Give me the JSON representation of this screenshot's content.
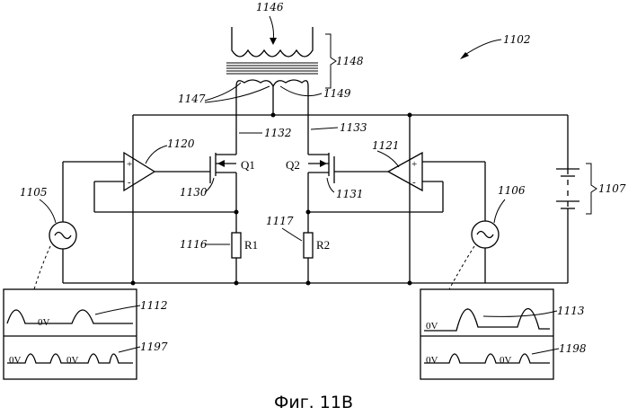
{
  "figure_ref": "1102",
  "caption": "Фиг. 11B",
  "transformer": {
    "core_ref": "1146",
    "bracket_ref": "1148",
    "winding_left_ref": "1147",
    "winding_right_ref": "1149"
  },
  "wires": {
    "left_ref": "1132",
    "right_ref": "1133"
  },
  "amplifiers": {
    "left_ref": "1120",
    "right_ref": "1121",
    "plus": "+",
    "minus": "-"
  },
  "transistors": {
    "left_label": "Q1",
    "left_ref": "1130",
    "right_label": "Q2",
    "right_ref": "1131"
  },
  "resistors": {
    "left_label": "R1",
    "left_ref": "1116",
    "right_label": "R2",
    "right_ref": "1117"
  },
  "sources": {
    "left_ref": "1105",
    "right_ref": "1106"
  },
  "battery_ref": "1107",
  "scopes": {
    "left": {
      "top_ref": "1112",
      "bottom_ref": "1197",
      "top_label": "0V",
      "bottom_label_1": "0V",
      "bottom_label_2": "0V"
    },
    "right": {
      "top_ref": "1113",
      "bottom_ref": "1198",
      "top_label": "0V",
      "bottom_label_1": "0V",
      "bottom_label_2": "0V"
    }
  }
}
